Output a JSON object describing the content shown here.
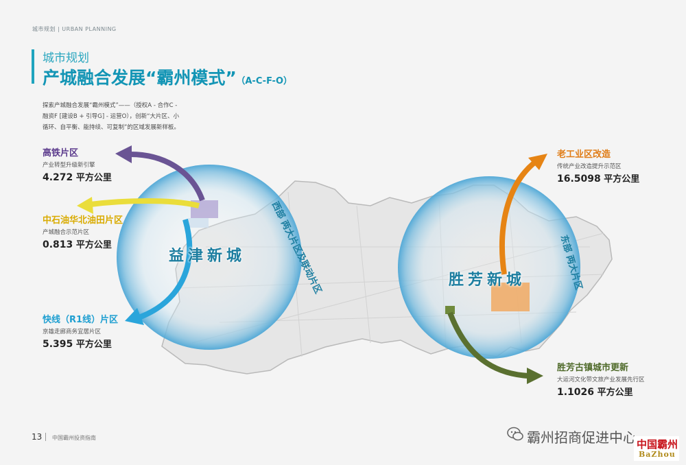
{
  "header": {
    "breadcrumb": "城市规划  |  URBAN PLANNING"
  },
  "title": {
    "subtitle": "城市规划",
    "main": "产城融合发展“霸州模式”",
    "code": "（A-C-F-O）"
  },
  "intro": "探索产城融合发展“霸州模式”——（授权A - 合作C - 融资F [建设B + 引导G] - 运营O），创新“大片区、小循环、自平衡、能持续、可复制”的区域发展新样板。",
  "west": {
    "name": "益津新城",
    "tag": "西部 两大片区及联动片区",
    "zones": [
      {
        "title": "高铁片区",
        "desc": "产业转型升级新引擎",
        "num": "4.272",
        "unit": "平方公里",
        "color": "#5b3a8c"
      },
      {
        "title": "中石油华北油田片区",
        "desc": "产城融合示范片区",
        "num": "0.813",
        "unit": "平方公里",
        "color": "#e2b90e"
      },
      {
        "title": "快线（R1线）片区",
        "desc": "京雄走廊商务宜居片区",
        "num": "5.395",
        "unit": "平方公里",
        "color": "#1f9fd1"
      }
    ]
  },
  "east": {
    "name": "胜芳新城",
    "tag": "东部 两大片区",
    "zones": [
      {
        "title": "老工业区改造",
        "desc": "传统产业改造提升示范区",
        "num": "16.5098",
        "unit": "平方公里",
        "color": "#e07c16"
      },
      {
        "title": "胜芳古镇城市更新",
        "desc": "大运河文化带文旅产业发展先行区",
        "num": "1.1026",
        "unit": "平方公里",
        "color": "#5a7030"
      }
    ]
  },
  "footer": {
    "page": "13",
    "text": "中国霸州投资指南"
  },
  "watermark": {
    "text": "霸州招商促进中心",
    "logo_cn": "中国霸州",
    "logo_en": "BaZhou"
  }
}
